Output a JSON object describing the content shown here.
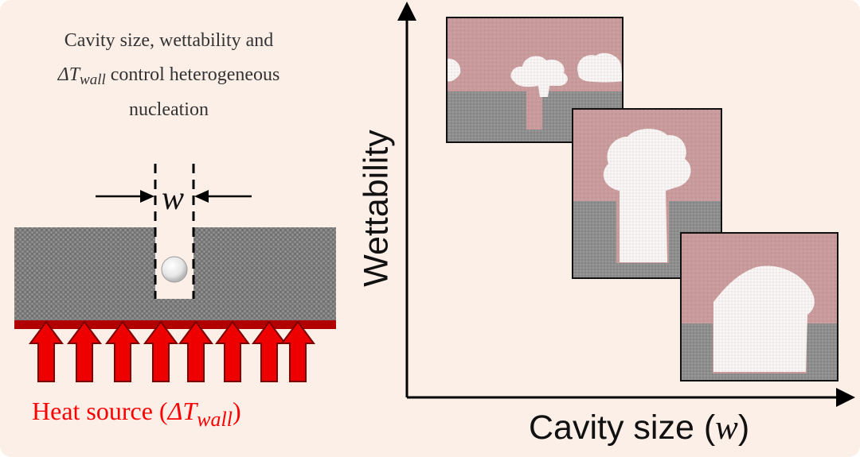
{
  "caption": {
    "line1": "Cavity size, wettability and",
    "line2_symbol": "ΔT",
    "line2_subscript": "wall",
    "line2_rest": " control heterogeneous",
    "line3": "nucleation"
  },
  "cavity_width_symbol": "w",
  "heat_source": {
    "text": "Heat source (",
    "symbol": "ΔT",
    "subscript": "wall",
    "close": ")"
  },
  "axes": {
    "x_label_text": "Cavity size (",
    "x_label_symbol": "w",
    "x_label_close": ")",
    "y_label": "Wettability"
  },
  "colors": {
    "background": "#fcefe8",
    "heat": "#ff0000",
    "liquid": "#c9999b",
    "solid": "#8f8f8f",
    "vapor": "#ffffff"
  },
  "snapshots": [
    {
      "cavity": "narrow"
    },
    {
      "cavity": "medium"
    },
    {
      "cavity": "wide"
    }
  ]
}
